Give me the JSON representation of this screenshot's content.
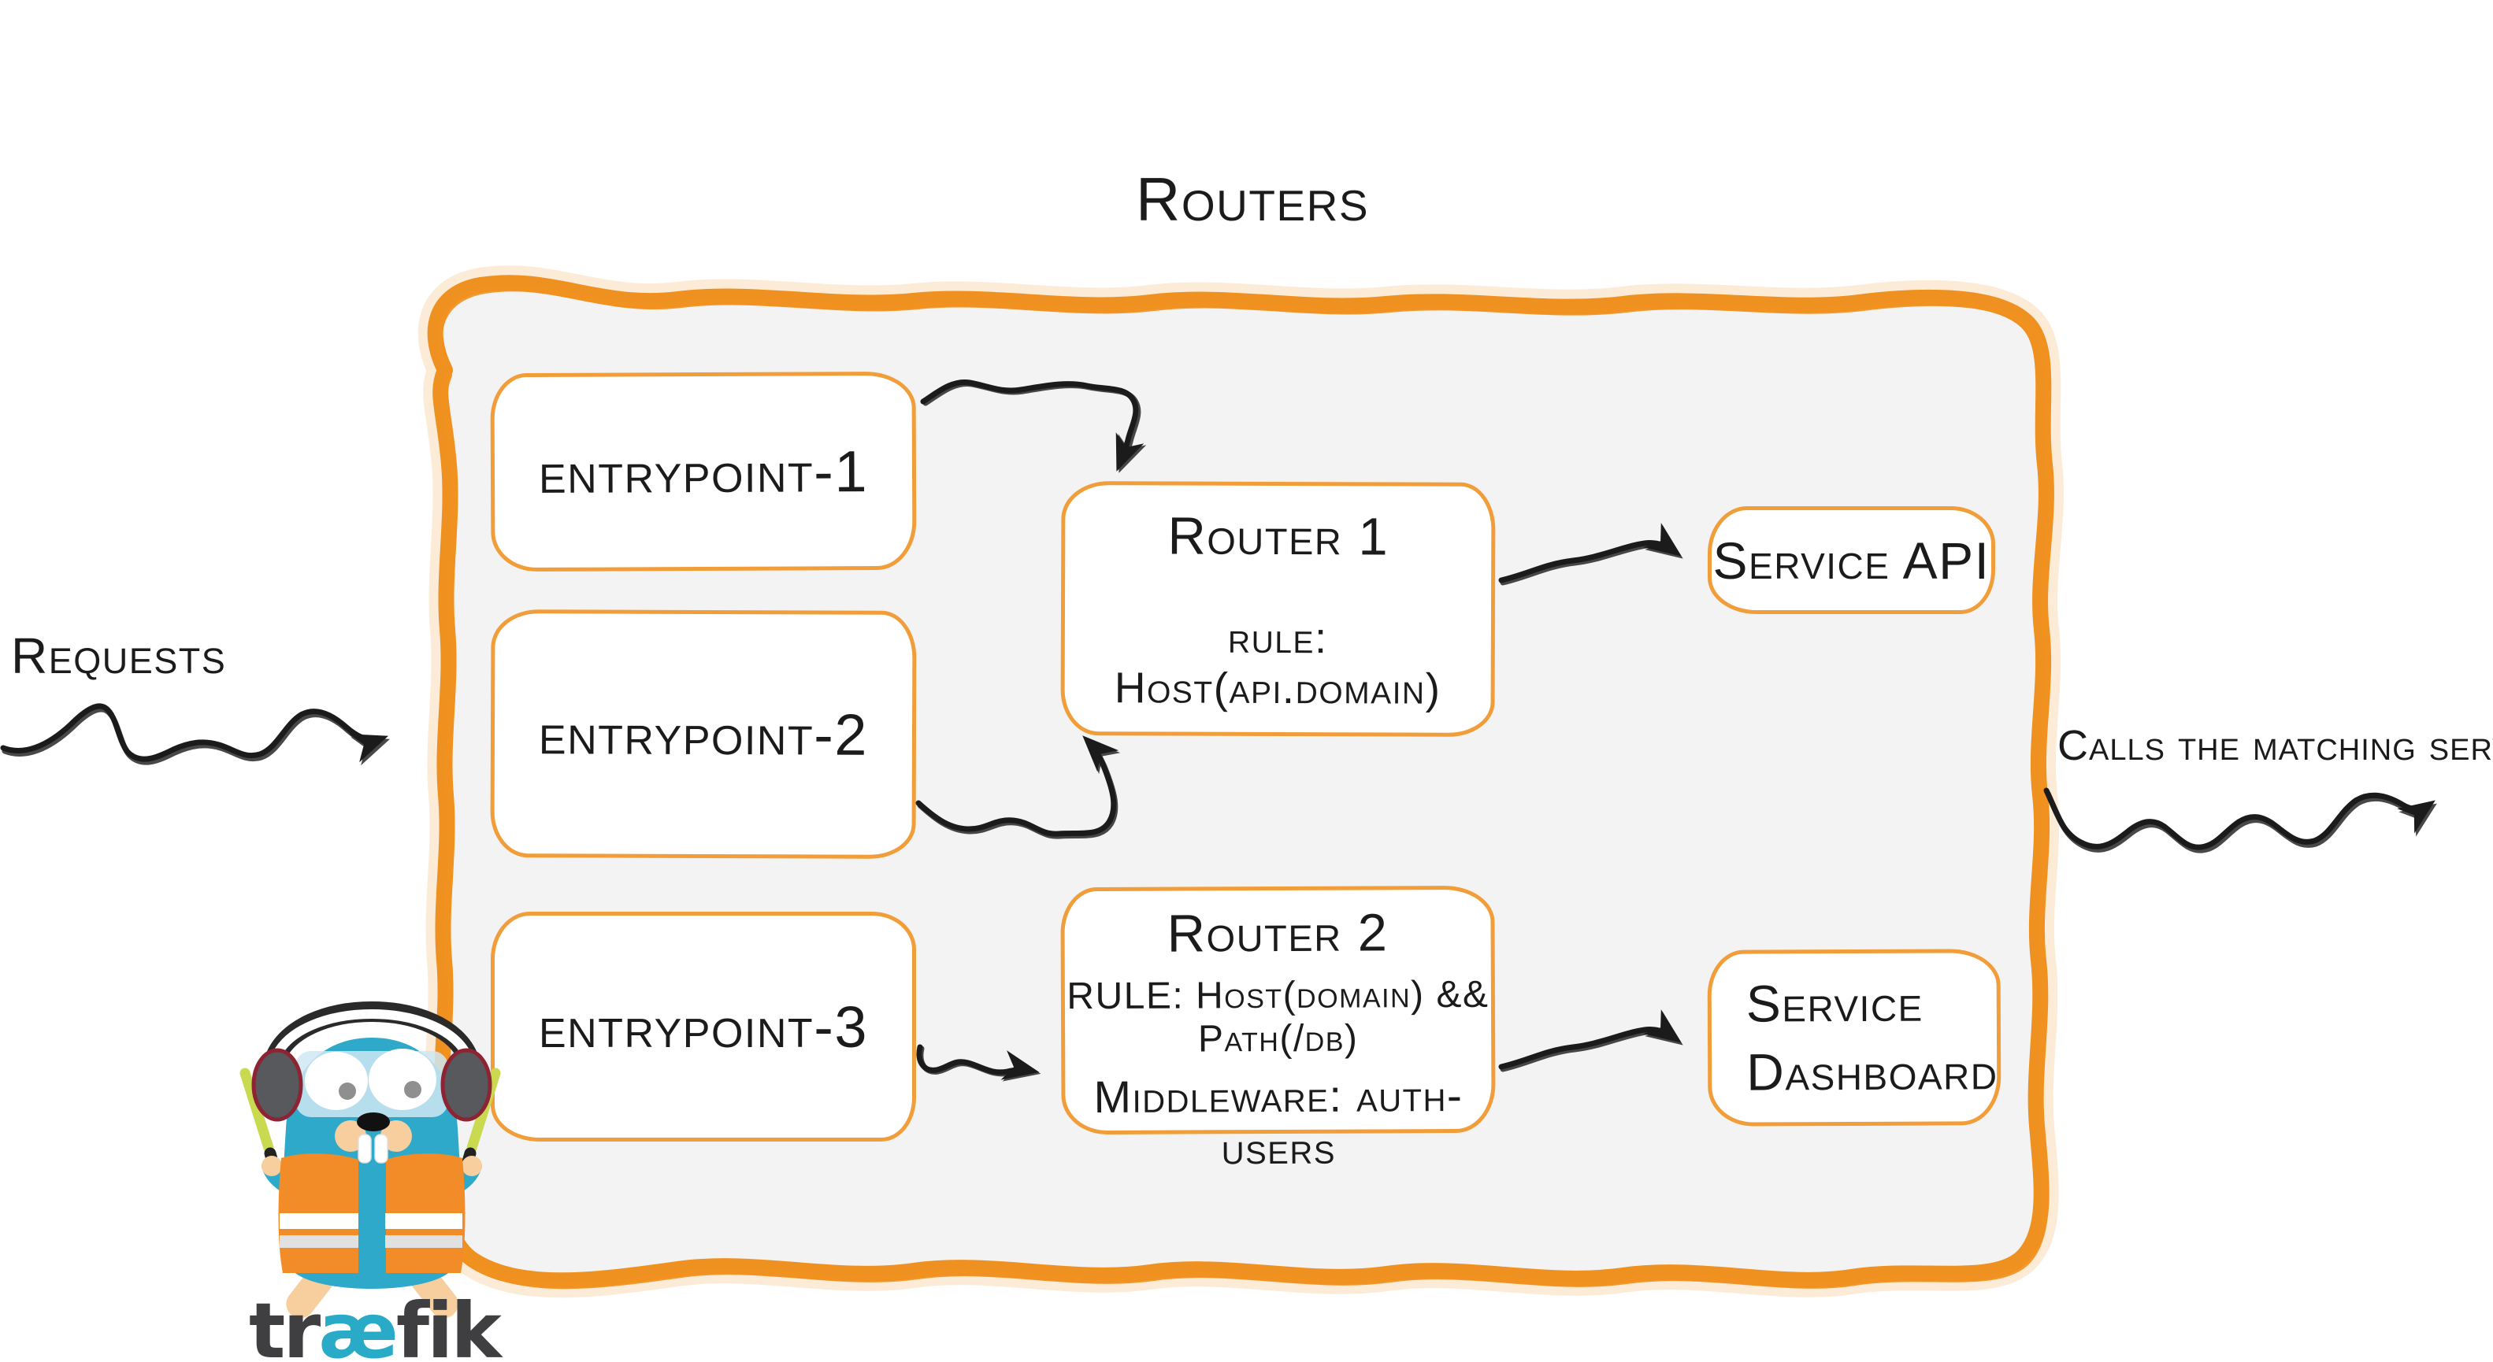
{
  "diagram": {
    "title": "Routers",
    "requests_label": "Requests",
    "calls_label": "Calls the matching server"
  },
  "entrypoints": [
    {
      "label": "entrypoint-1"
    },
    {
      "label": "entrypoint-2"
    },
    {
      "label": "entrypoint-3"
    }
  ],
  "routers": [
    {
      "title": "Router 1",
      "rule": "rule: Host(api.domain)"
    },
    {
      "title": "Router 2",
      "rule": "RULE: Host(domain) && Path(/db)",
      "middleware": "Middleware: auth-users"
    }
  ],
  "services": [
    {
      "label": "Service API"
    },
    {
      "label": "Service Dashboard"
    }
  ],
  "logo": {
    "pre": "tr",
    "ae": "æ",
    "post": "fik"
  },
  "colors": {
    "accent_orange": "#ef9120",
    "box_border_orange": "#f09d3a",
    "panel_fill": "#f4f3f3",
    "ink": "#1b1b1b",
    "gopher_teal": "#2fa9c9",
    "vest_orange": "#f28c28",
    "stick_green": "#c9da50",
    "logo_gray": "#3f3f41",
    "logo_teal": "#29abc8"
  }
}
